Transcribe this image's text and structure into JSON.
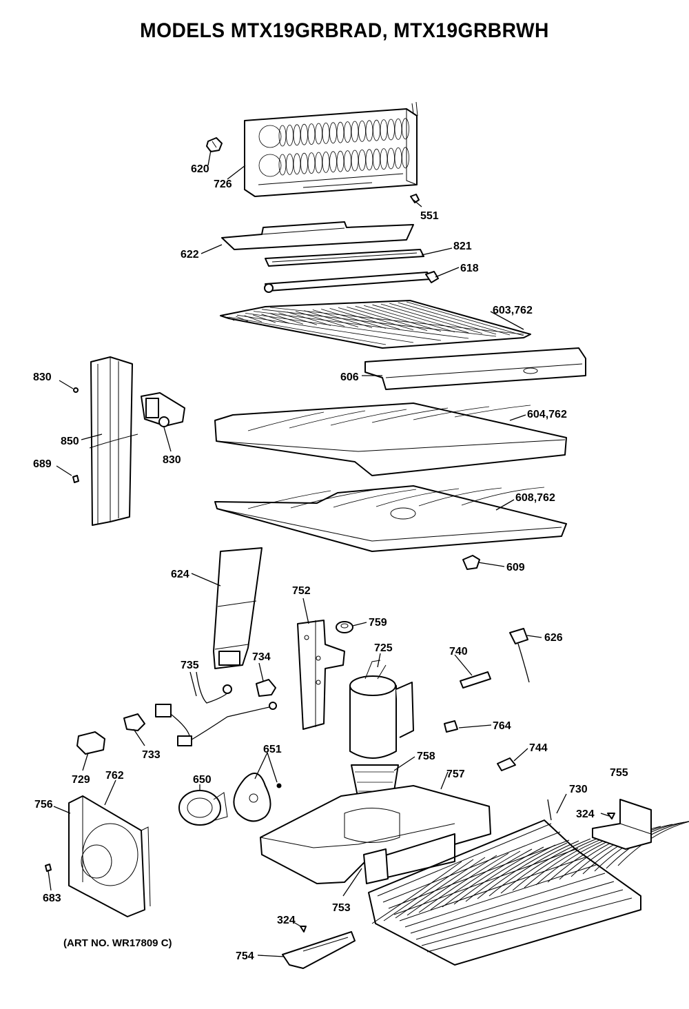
{
  "title": "MODELS MTX19GRBRAD, MTX19GRBRWH",
  "art_number": "(ART NO. WR17809 C)",
  "callouts": {
    "p620": "620",
    "p726": "726",
    "p551": "551",
    "p622": "622",
    "p821": "821",
    "p618": "618",
    "p603": "603,762",
    "p606": "606",
    "p604": "604,762",
    "p608": "608,762",
    "p609": "609",
    "p830a": "830",
    "p850": "850",
    "p689": "689",
    "p830b": "830",
    "p624": "624",
    "p752": "752",
    "p759": "759",
    "p725": "725",
    "p740": "740",
    "p626": "626",
    "p735": "735",
    "p734": "734",
    "p733": "733",
    "p729": "729",
    "p762": "762",
    "p756": "756",
    "p683": "683",
    "p651": "651",
    "p650": "650",
    "p758": "758",
    "p757": "757",
    "p764": "764",
    "p744": "744",
    "p730": "730",
    "p755": "755",
    "p324a": "324",
    "p753": "753",
    "p324b": "324",
    "p754": "754"
  }
}
